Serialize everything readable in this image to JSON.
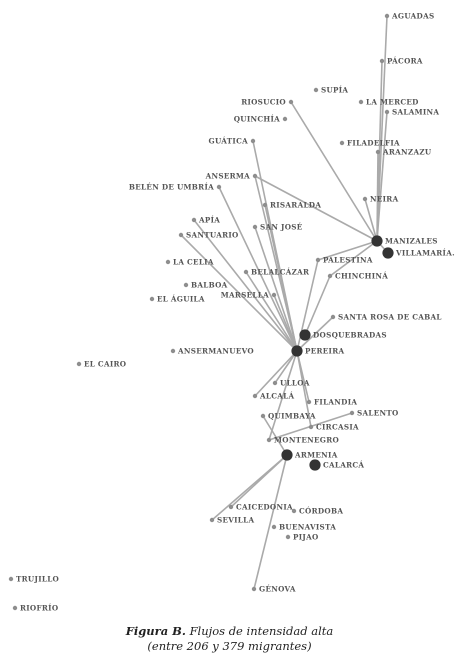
{
  "caption": {
    "label": "Figura B.",
    "title": "Flujos de intensidad alta",
    "subtitle": "(entre 206 y 379 migrantes)"
  },
  "nodes": [
    {
      "id": "aguadas",
      "label": "AGUADAS"
    },
    {
      "id": "pacora",
      "label": "PÁCORA"
    },
    {
      "id": "supia",
      "label": "SUPÍA"
    },
    {
      "id": "riosucio",
      "label": "RIOSUCIO"
    },
    {
      "id": "la-merced",
      "label": "LA MERCED"
    },
    {
      "id": "salamina",
      "label": "SALAMINA"
    },
    {
      "id": "quinchia",
      "label": "QUINCHÍA"
    },
    {
      "id": "guatica",
      "label": "GUÁTICA"
    },
    {
      "id": "filadelfia",
      "label": "FILADELFIA"
    },
    {
      "id": "aranzazu",
      "label": "ARANZAZU"
    },
    {
      "id": "anserma",
      "label": "ANSERMA"
    },
    {
      "id": "belen-de-umbria",
      "label": "BELÉN DE UMBRÍA"
    },
    {
      "id": "risaralda",
      "label": "RISARALDA"
    },
    {
      "id": "neira",
      "label": "NEIRA"
    },
    {
      "id": "apia",
      "label": "APÍA"
    },
    {
      "id": "san-jose",
      "label": "SAN JOSÉ"
    },
    {
      "id": "santuario",
      "label": "SANTUARIO"
    },
    {
      "id": "manizales",
      "label": "MANIZALES"
    },
    {
      "id": "villamaria",
      "label": "VILLAMARÍA."
    },
    {
      "id": "la-celia",
      "label": "LA CELIA"
    },
    {
      "id": "palestina",
      "label": "PALESTINA"
    },
    {
      "id": "belalcazar",
      "label": "BELALCÁZAR"
    },
    {
      "id": "chinchina",
      "label": "CHINCHINÁ"
    },
    {
      "id": "balboa",
      "label": "BALBOA"
    },
    {
      "id": "el-aguila",
      "label": "EL ÁGUILA"
    },
    {
      "id": "marsella",
      "label": "MARSELLA"
    },
    {
      "id": "santa-rosa",
      "label": "SANTA ROSA DE CABAL"
    },
    {
      "id": "dosquebradas",
      "label": "DOSQUEBRADAS"
    },
    {
      "id": "ansermanuevo",
      "label": "ANSERMANUEVO"
    },
    {
      "id": "pereira",
      "label": "PEREIRA"
    },
    {
      "id": "el-cairo",
      "label": "EL CAIRO"
    },
    {
      "id": "ulloa",
      "label": "ULLOA"
    },
    {
      "id": "alcala",
      "label": "ALCALÁ"
    },
    {
      "id": "filandia",
      "label": "FILANDIA"
    },
    {
      "id": "salento",
      "label": "SALENTO"
    },
    {
      "id": "quimbaya",
      "label": "QUIMBAYA"
    },
    {
      "id": "circasia",
      "label": "CIRCASIA"
    },
    {
      "id": "montenegro",
      "label": "MONTENEGRO"
    },
    {
      "id": "armenia",
      "label": "ARMENIA"
    },
    {
      "id": "calarca",
      "label": "CALARCÁ"
    },
    {
      "id": "caicedonia",
      "label": "CAICEDONIA"
    },
    {
      "id": "cordoba",
      "label": "CÓRDOBA"
    },
    {
      "id": "sevilla",
      "label": "SEVILLA"
    },
    {
      "id": "buenavista",
      "label": "BUENAVISTA"
    },
    {
      "id": "pijao",
      "label": "PIJAO"
    },
    {
      "id": "trujillo",
      "label": "TRUJILLO"
    },
    {
      "id": "genova",
      "label": "GÉNOVA"
    },
    {
      "id": "riofrio",
      "label": "RIOFRÍO"
    }
  ],
  "edges": [
    [
      "aguadas",
      "manizales"
    ],
    [
      "pacora",
      "manizales"
    ],
    [
      "salamina",
      "manizales"
    ],
    [
      "riosucio",
      "manizales"
    ],
    [
      "aranzazu",
      "manizales"
    ],
    [
      "neira",
      "manizales"
    ],
    [
      "anserma",
      "manizales"
    ],
    [
      "palestina",
      "manizales"
    ],
    [
      "chinchina",
      "manizales"
    ],
    [
      "chinchina",
      "dosquebradas"
    ],
    [
      "villamaria",
      "manizales"
    ],
    [
      "guatica",
      "pereira"
    ],
    [
      "anserma",
      "pereira"
    ],
    [
      "belen-de-umbria",
      "pereira"
    ],
    [
      "risaralda",
      "pereira"
    ],
    [
      "apia",
      "pereira"
    ],
    [
      "santuario",
      "pereira"
    ],
    [
      "san-jose",
      "pereira"
    ],
    [
      "belalcazar",
      "pereira"
    ],
    [
      "marsella",
      "pereira"
    ],
    [
      "santa-rosa",
      "pereira"
    ],
    [
      "palestina",
      "pereira"
    ],
    [
      "pereira",
      "ulloa"
    ],
    [
      "pereira",
      "alcala"
    ],
    [
      "pereira",
      "filandia"
    ],
    [
      "pereira",
      "circasia"
    ],
    [
      "pereira",
      "montenegro"
    ],
    [
      "quimbaya",
      "armenia"
    ],
    [
      "montenegro",
      "salento"
    ],
    [
      "armenia",
      "caicedonia"
    ],
    [
      "armenia",
      "sevilla"
    ],
    [
      "armenia",
      "genova"
    ]
  ]
}
